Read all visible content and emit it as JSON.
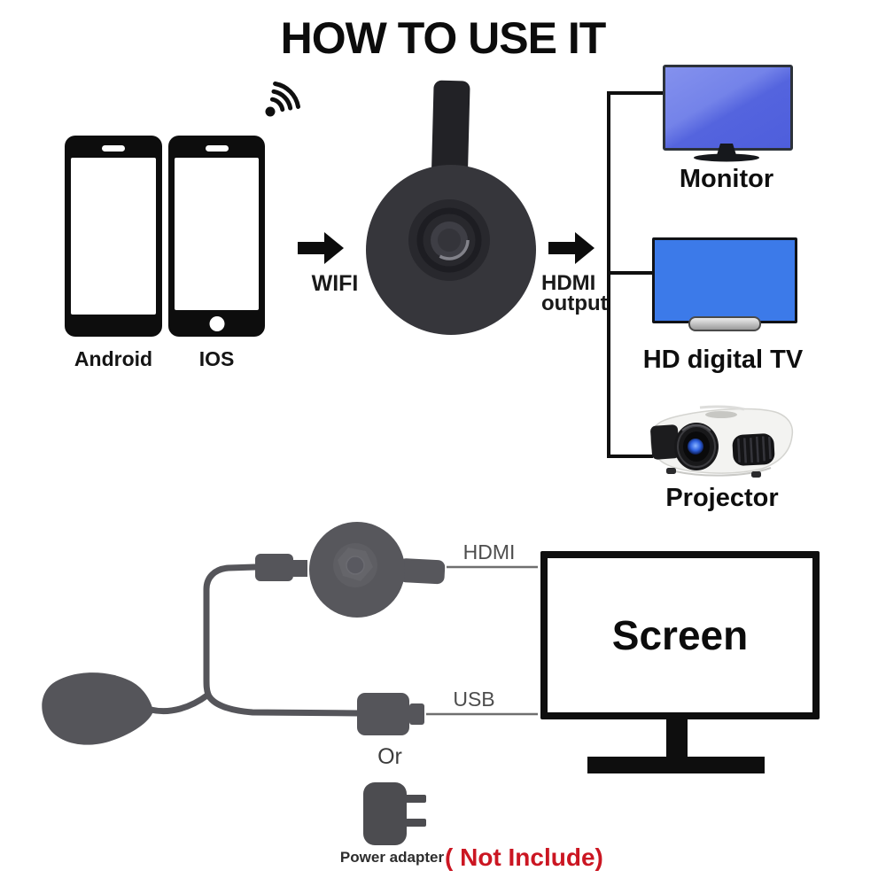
{
  "title": "HOW TO USE IT",
  "devices": {
    "android": {
      "label": "Android"
    },
    "ios": {
      "label": "IOS"
    }
  },
  "steps": {
    "wifi_label": "WIFI",
    "hdmi_line1": "HDMI",
    "hdmi_line2": "output"
  },
  "outputs": [
    {
      "label": "Monitor"
    },
    {
      "label": "HD digital TV"
    },
    {
      "label": "Projector"
    }
  ],
  "bottom": {
    "hdmi_label": "HDMI",
    "usb_label": "USB",
    "screen_label": "Screen",
    "or_label": "Or",
    "power_adapter_label": "Power adapter",
    "not_include_label": "( Not Include)"
  },
  "icons": {
    "wifi": "wifi-signal-icon",
    "arrow": "arrow-right-icon",
    "dongle": "chromecast-dongle",
    "power_blob": "wifi-receiver-antenna",
    "power_adapter": "power-adapter-plug"
  },
  "colors": {
    "dongle_dark": "#36363b",
    "dongle_gray": "#55555a",
    "monitor_blue_top": "#8491ee",
    "monitor_blue_bottom": "#4e5edc",
    "tv_blue": "#3c7ae9",
    "line_black": "#0f0f0f",
    "label_gray": "#4d4d4d",
    "warning_red": "#cb1622"
  }
}
